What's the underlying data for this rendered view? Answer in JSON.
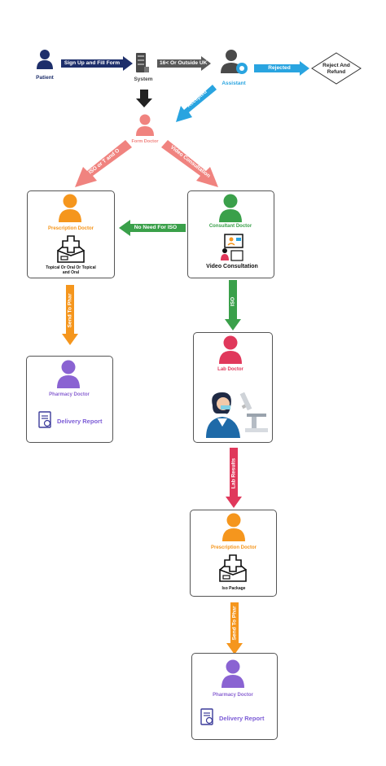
{
  "nodes": {
    "patient": "Patient",
    "system": "System",
    "assistant": "Assistant",
    "reject": "Reject And Refund",
    "form_doctor": "Form Doctor",
    "prescription_doctor_1": "Prescription Doctor",
    "prescription_1_detail": "Topical Or Oral Or Topical and Oral",
    "consultant_doctor": "Consultant Doctor",
    "video_consultation": "Video Consultation",
    "pharmacy_doctor_1": "Pharmacy Doctor",
    "delivery_report_1": "Delivery Report",
    "lab_doctor": "Lab Doctor",
    "prescription_doctor_2": "Prescription Doctor",
    "prescription_2_detail": "Iso Package",
    "pharmacy_doctor_2": "Pharmacy Doctor",
    "delivery_report_2": "Delivery Report"
  },
  "edges": {
    "signup": "Sign Up and Fill Form",
    "outside_uk": "16< Or Outside UK",
    "rejected": "Rejected",
    "accepted": "Accepted",
    "left_diag": "ISO or T and O",
    "right_diag": "Video Consultation",
    "no_need_iso": "No Need For ISO",
    "send_pharm_1": "Send To Phar",
    "iso": "ISO",
    "lab_results": "Lab Results",
    "send_pharm_2": "Send To Phar"
  },
  "colors": {
    "navy": "#1e2f6b",
    "salmon": "#f0837f",
    "orange": "#f5961d",
    "green": "#3aa04a",
    "purple": "#8a63d2",
    "crimson": "#e0385b",
    "blue": "#29a4e0",
    "gray": "#5a5a5a"
  }
}
